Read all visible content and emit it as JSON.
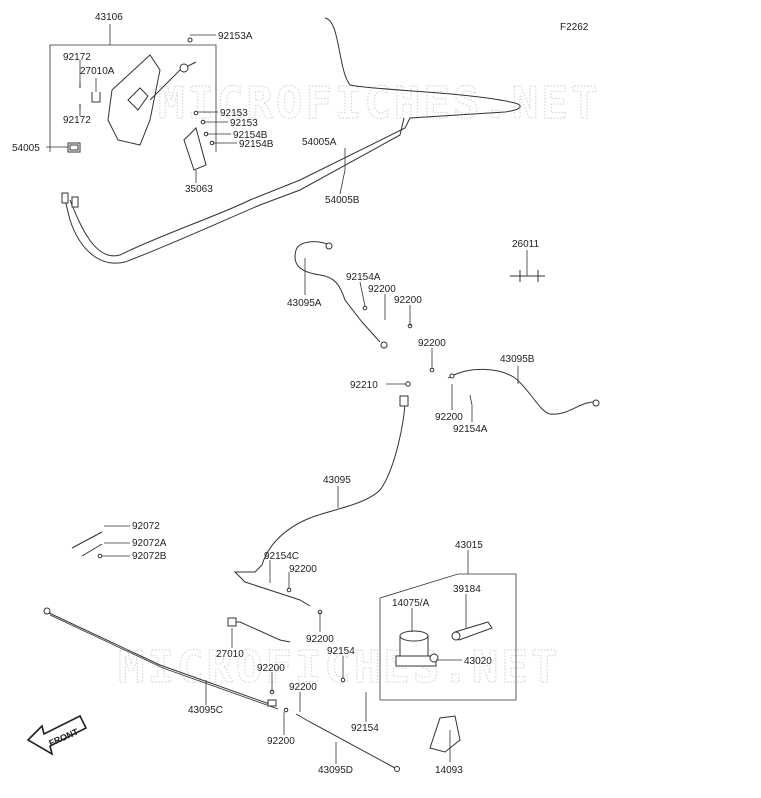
{
  "figure_code": "F2262",
  "watermark": "MICROFICHES.NET",
  "front_label": "FRONT",
  "labels": {
    "p43106": "43106",
    "p92153A": "92153A",
    "p92172_top": "92172",
    "p27010A": "27010A",
    "p92172_bottom": "92172",
    "p54005": "54005",
    "p92153_a": "92153",
    "p92153_b": "92153",
    "p92154B_a": "92154B",
    "p92154B_b": "92154B",
    "p54005A": "54005A",
    "p35063": "35063",
    "p54005B": "54005B",
    "p26011": "26011",
    "p92154A_top": "92154A",
    "p92200_a": "92200",
    "p92200_b": "92200",
    "p43095A": "43095A",
    "p92200_c": "92200",
    "p43095B": "43095B",
    "p92210": "92210",
    "p92200_d": "92200",
    "p92154A_bottom": "92154A",
    "p43095": "43095",
    "p92072": "92072",
    "p92072A": "92072A",
    "p92072B": "92072B",
    "p43015": "43015",
    "p92154C": "92154C",
    "p92200_e": "92200",
    "p39184": "39184",
    "p14075A": "14075/A",
    "p27010": "27010",
    "p92200_f": "92200",
    "p92154_a": "92154",
    "p43020": "43020",
    "p92200_g": "92200",
    "p92200_h": "92200",
    "p43095C": "43095C",
    "p92154_b": "92154",
    "p92200_i": "92200",
    "p43095D": "43095D",
    "p14093": "14093"
  }
}
